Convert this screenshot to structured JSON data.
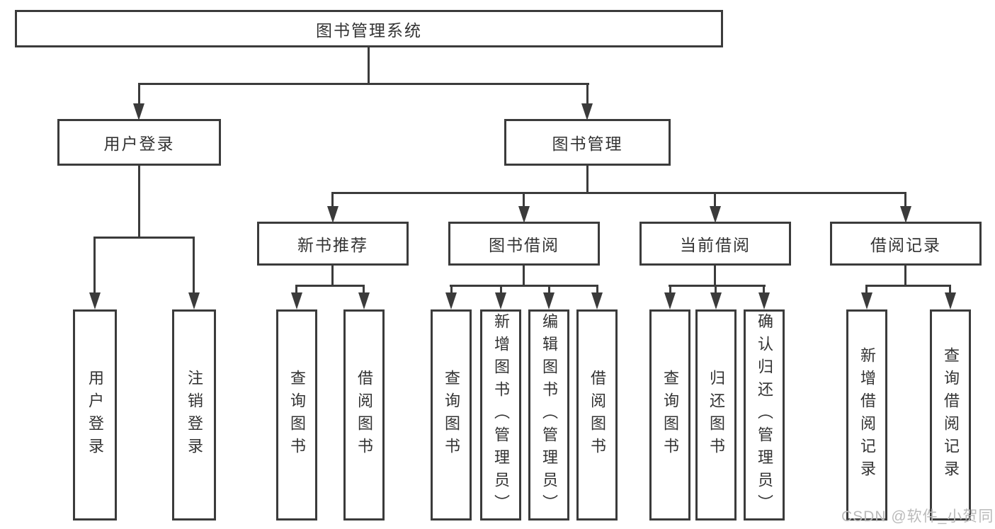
{
  "diagram": {
    "root": "图书管理系统",
    "level2": {
      "user_login": "用户登录",
      "book_management": "图书管理"
    },
    "level3": {
      "new_book_recommend": "新书推荐",
      "book_borrow": "图书借阅",
      "current_borrow": "当前借阅",
      "borrow_records": "借阅记录"
    },
    "leaves": {
      "user_login": [
        "用户登录",
        "注销登录"
      ],
      "new_book_recommend": [
        "查询图书",
        "借阅图书"
      ],
      "book_borrow": [
        "查询图书",
        "新增图书（管理员）",
        "编辑图书（管理员）",
        "借阅图书"
      ],
      "current_borrow": [
        "查询图书",
        "归还图书",
        "确认归还（管理员）"
      ],
      "borrow_records": [
        "新增借阅记录",
        "查询借阅记录"
      ]
    }
  },
  "watermark": "CSDN @软件_小贺同学",
  "colors": {
    "line": "#3b3b3b",
    "text": "#333333",
    "watermark": "#bababa",
    "background": "#ffffff"
  }
}
